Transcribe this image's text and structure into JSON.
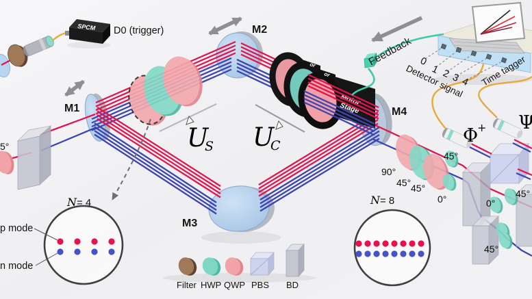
{
  "colors": {
    "beam_red": "#e0154e",
    "beam_blue": "#3b44b0",
    "mirror_blue": "#aecbe8",
    "hwp_teal": "#7fd6c3",
    "qwp_pink": "#f2a3a8",
    "filter_brown": "#a07a58",
    "pbs_lavender": "#ccd3ee",
    "bd_gray": "#b9bdc9",
    "fiber_yellow": "#e8a93c",
    "feedback_wire": "#3ecbab",
    "arrow_gray": "#8f8f92",
    "motor_black": "#151515"
  },
  "source": {
    "spcm": "SPCM",
    "trigger": "D0 (trigger)"
  },
  "mirrors": {
    "m1": "M1",
    "m2": "M2",
    "m3": "M3",
    "m4": "M4"
  },
  "unitaries": {
    "us_base": "U",
    "us_sub": "S",
    "uc_base": "U",
    "uc_sub": "C"
  },
  "motor": {
    "line1": "Motor",
    "line2": "Stage",
    "fragment": "or"
  },
  "feedback": {
    "label": "Feedback"
  },
  "tagger": {
    "title": "Time tagger",
    "signal": "Detector signal",
    "channels": [
      "0",
      "1",
      "2",
      "3",
      "4"
    ]
  },
  "bell": {
    "phi_base": "Φ",
    "phi_sup": "+",
    "psi": "Ψ"
  },
  "angles": {
    "input": "5°",
    "stack": [
      "90°",
      "45°",
      "45°"
    ],
    "pre_bd": [
      "45°",
      "0°"
    ],
    "cascade": [
      "0°",
      "45°",
      "45°"
    ]
  },
  "modes": {
    "n_var": "N",
    "n4": "= 4",
    "n8": "= 8",
    "top": "p mode",
    "bottom": "n mode"
  },
  "legend": {
    "items": [
      "Filter",
      "HWP",
      "QWP",
      "PBS",
      "BD"
    ]
  }
}
